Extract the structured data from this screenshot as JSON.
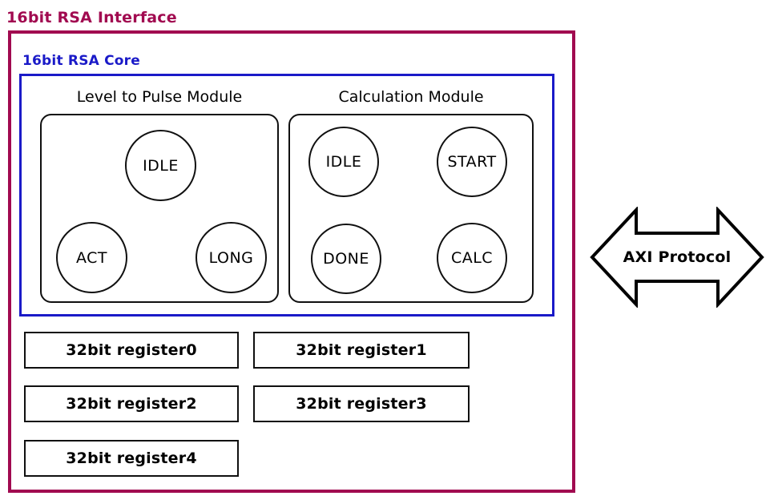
{
  "diagram": {
    "interface": {
      "title": "16bit RSA Interface",
      "border_color": "#a10a50"
    },
    "core": {
      "title": "16bit RSA Core",
      "border_color": "#1a1ac8"
    },
    "modules": [
      {
        "id": "level-to-pulse",
        "caption": "Level to Pulse Module",
        "states": [
          {
            "id": "idle",
            "label": "IDLE"
          },
          {
            "id": "act",
            "label": "ACT"
          },
          {
            "id": "long",
            "label": "LONG"
          }
        ]
      },
      {
        "id": "calculation",
        "caption": "Calculation Module",
        "states": [
          {
            "id": "idle",
            "label": "IDLE"
          },
          {
            "id": "start",
            "label": "START"
          },
          {
            "id": "done",
            "label": "DONE"
          },
          {
            "id": "calc",
            "label": "CALC"
          }
        ]
      }
    ],
    "registers": [
      {
        "id": "register0",
        "label": "32bit register0"
      },
      {
        "id": "register1",
        "label": "32bit register1"
      },
      {
        "id": "register2",
        "label": "32bit register2"
      },
      {
        "id": "register3",
        "label": "32bit register3"
      },
      {
        "id": "register4",
        "label": "32bit register4"
      }
    ],
    "bus": {
      "label": "AXI Protocol",
      "icon": "double-headed-arrow",
      "stroke_color": "#000000"
    },
    "colors": {
      "interface_accent": "#a10a50",
      "core_accent": "#1a1ac8",
      "outline": "#101010",
      "background": "#ffffff",
      "text": "#000000"
    }
  }
}
